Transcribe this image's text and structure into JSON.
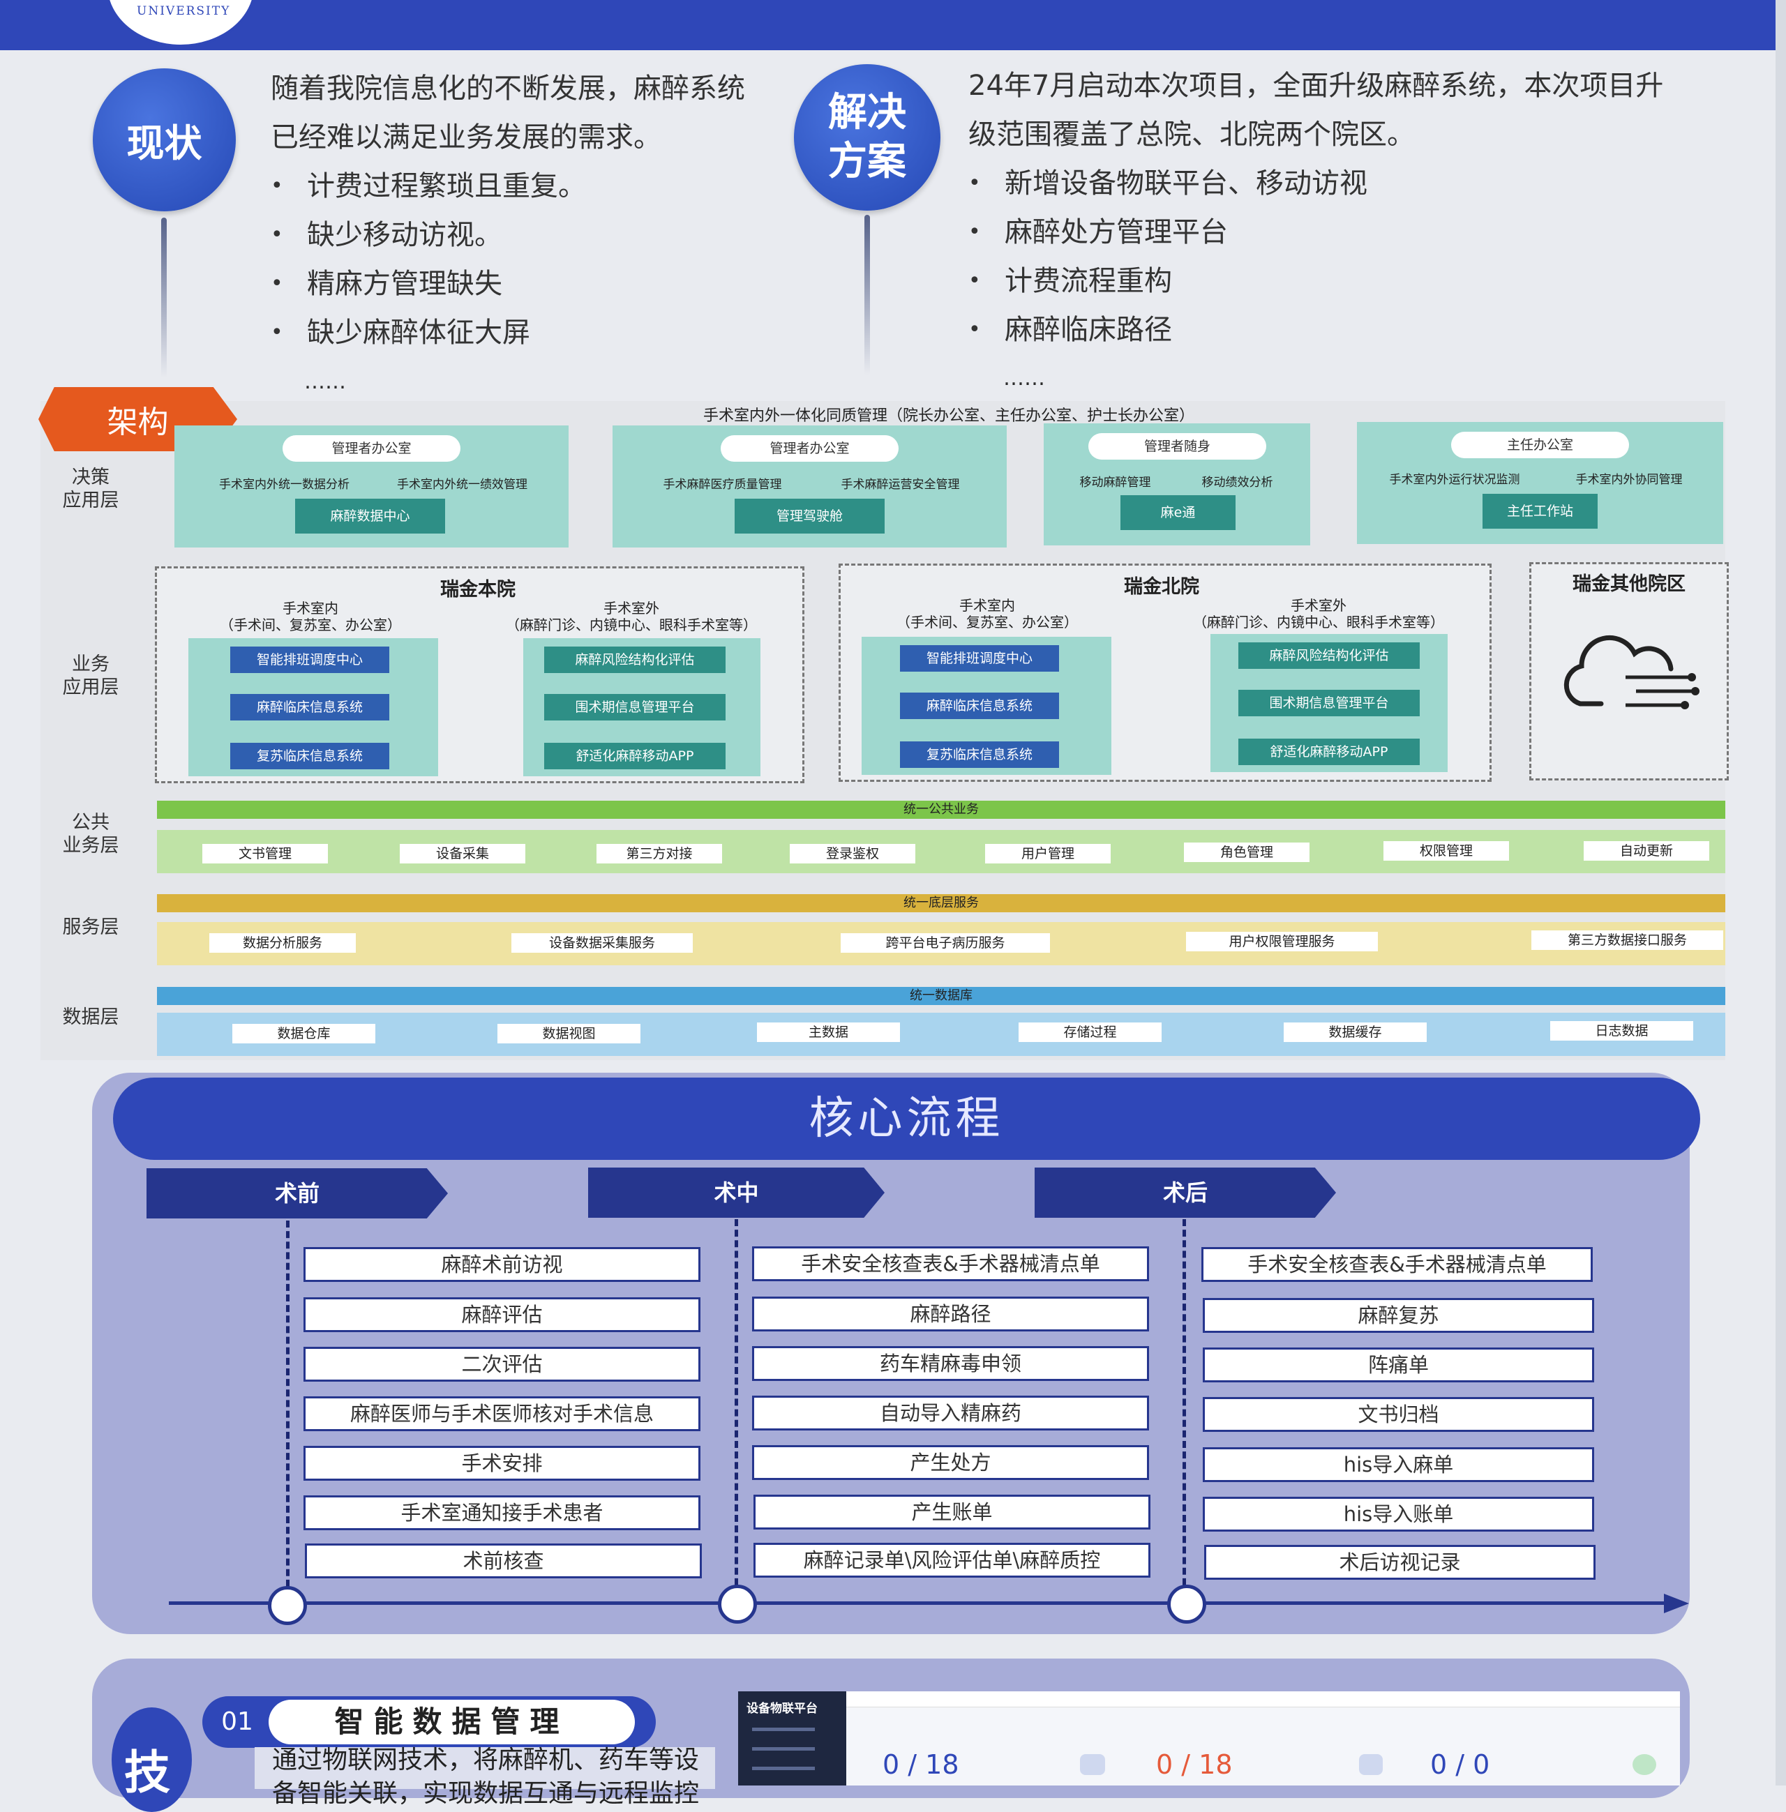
{
  "header": {
    "logo_text": "UNIVERSITY"
  },
  "intro": {
    "status": {
      "badge": "现状",
      "text": "随着我院信息化的不断发展，麻醉系统已经难以满足业务发展的需求。",
      "line1": "随着我院信息化的不断发展，麻醉系统",
      "line2": "已经难以满足业务发展的需求。",
      "bullets": [
        "计费过程繁琐且重复。",
        "缺少移动访视。",
        "精麻方管理缺失",
        "缺少麻醉体征大屏"
      ],
      "ellipsis": "……"
    },
    "solution": {
      "badge_line1": "解决",
      "badge_line2": "方案",
      "line1": "24年7月启动本次项目，全面升级麻醉系统，本次项目升",
      "line2": "级范围覆盖了总院、北院两个院区。",
      "bullets": [
        "新增设备物联平台、移动访视",
        "麻醉处方管理平台",
        "计费流程重构",
        "麻醉临床路径"
      ],
      "ellipsis": "……"
    }
  },
  "architecture": {
    "badge": "架构",
    "top_title": "手术室内外一体化同质管理（院长办公室、主任办公室、护士长办公室）",
    "layers": {
      "decision": "决策\n应用层",
      "business": "业务\n应用层",
      "public": "公共\n业务层",
      "service": "服务层",
      "data": "数据层"
    },
    "decision_panels": [
      {
        "pill": "管理者办公室",
        "left": "手术室内外统一数据分析",
        "right": "手术室内外统一绩效管理",
        "button": "麻醉数据中心"
      },
      {
        "pill": "管理者办公室",
        "left": "手术麻醉医疗质量管理",
        "right": "手术麻醉运营安全管理",
        "button": "管理驾驶舱"
      },
      {
        "pill": "管理者随身",
        "left": "移动麻醉管理",
        "right": "移动绩效分析",
        "button": "麻e通"
      },
      {
        "pill": "主任办公室",
        "left": "手术室内外运行状况监测",
        "right": "手术室内外协同管理",
        "button": "主任工作站"
      }
    ],
    "branches": [
      {
        "name": "瑞金本院",
        "inside_title": "手术室内",
        "inside_sub": "（手术间、复苏室、办公室）",
        "outside_title": "手术室外",
        "outside_sub": "（麻醉门诊、内镜中心、眼科手术室等）",
        "inside_items": [
          "智能排班调度中心",
          "麻醉临床信息系统",
          "复苏临床信息系统"
        ],
        "outside_items": [
          "麻醉风险结构化评估",
          "围术期信息管理平台",
          "舒适化麻醉移动APP"
        ]
      },
      {
        "name": "瑞金北院",
        "inside_title": "手术室内",
        "inside_sub": "（手术间、复苏室、办公室）",
        "outside_title": "手术室外",
        "outside_sub": "（麻醉门诊、内镜中心、眼科手术室等）",
        "inside_items": [
          "智能排班调度中心",
          "麻醉临床信息系统",
          "复苏临床信息系统"
        ],
        "outside_items": [
          "麻醉风险结构化评估",
          "围术期信息管理平台",
          "舒适化麻醉移动APP"
        ]
      }
    ],
    "other_branch": "瑞金其他院区",
    "public": {
      "bar": "统一公共业务",
      "items": [
        "文书管理",
        "设备采集",
        "第三方对接",
        "登录鉴权",
        "用户管理",
        "角色管理",
        "权限管理",
        "自动更新"
      ]
    },
    "service": {
      "bar": "统一底层服务",
      "items": [
        "数据分析服务",
        "设备数据采集服务",
        "跨平台电子病历服务",
        "用户权限管理服务",
        "第三方数据接口服务"
      ]
    },
    "data": {
      "bar": "统一数据库",
      "items": [
        "数据仓库",
        "数据视图",
        "主数据",
        "存储过程",
        "数据缓存",
        "日志数据"
      ]
    },
    "colors": {
      "green": "#7cc54a",
      "gold": "#d9b23d",
      "blue": "#4aa3d8",
      "teal": "#9fd8cf"
    }
  },
  "core": {
    "title": "核心流程",
    "phases": [
      {
        "label": "术前",
        "items": [
          "麻醉术前访视",
          "麻醉评估",
          "二次评估",
          "麻醉医师与手术医师核对手术信息",
          "手术安排",
          "手术室通知接手术患者",
          "术前核查"
        ]
      },
      {
        "label": "术中",
        "items": [
          "手术安全核查表&手术器械清点单",
          "麻醉路径",
          "药车精麻毒申领",
          "自动导入精麻药",
          "产生处方",
          "产生账单",
          "麻醉记录单\\风险评估单\\麻醉质控"
        ]
      },
      {
        "label": "术后",
        "items": [
          "手术安全核查表&手术器械清点单",
          "麻醉复苏",
          "阵痛单",
          "文书归档",
          "his导入麻单",
          "his导入账单",
          "术后访视记录"
        ]
      }
    ]
  },
  "bottom": {
    "badge_char": "技",
    "num": "01",
    "tag": "智能数据管理",
    "text1": "通过物联网技术，将麻醉机、药车等设",
    "text2": "备智能关联，实现数据互通与远程监控",
    "screen": {
      "title": "设备物联平台",
      "stat1": "0 / 18",
      "stat2": "0 / 18",
      "stat3": "0 / 0"
    }
  }
}
